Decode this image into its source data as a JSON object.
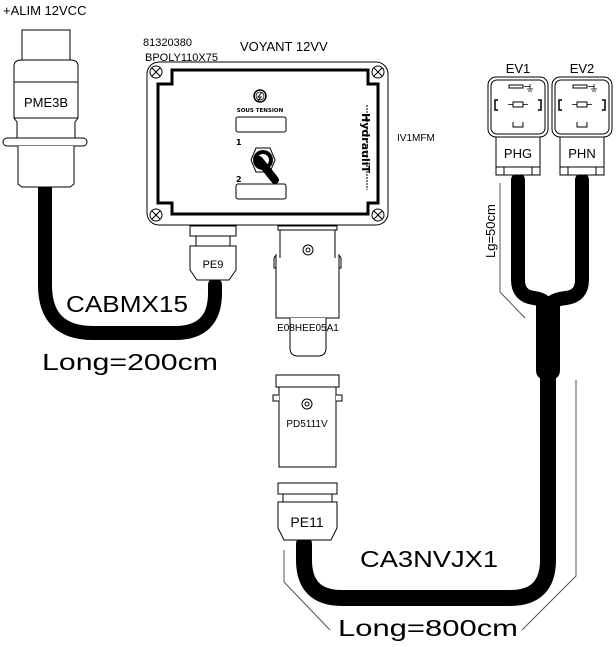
{
  "diagram": {
    "power_supply": {
      "label": "+ALIM 12VCC",
      "connector": "PME3B"
    },
    "cable_left": {
      "name": "CABMX15",
      "length": "Long=200cm"
    },
    "box": {
      "part_number": "81320380",
      "enclosure": "BPOLY110X75",
      "title": "VOYANT 12VV",
      "warning_label": "SOUS TENSION",
      "switch_pos_1": "1",
      "switch_pos_2": "2",
      "brand": "HydrauliT",
      "side_ref": "IV1MFM",
      "gland_left": "PE9",
      "connector_bottom": "E08HEE05A1"
    },
    "plug": {
      "ref": "PD5111V",
      "gland": "PE11"
    },
    "cable_main": {
      "name": "CA3NVJX1",
      "length": "Long=800cm"
    },
    "branch": {
      "length": "Lg=50cm"
    },
    "valves": [
      {
        "label": "EV1",
        "connector": "PHG"
      },
      {
        "label": "EV2",
        "connector": "PHN"
      }
    ]
  }
}
